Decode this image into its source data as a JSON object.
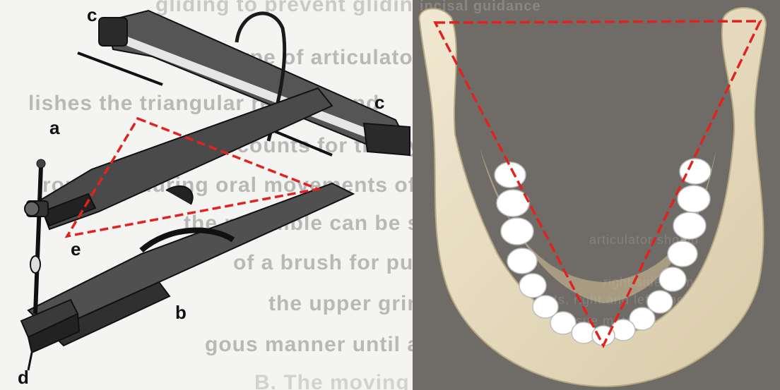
{
  "left_figure": {
    "labels": {
      "c_top": "c",
      "c_right": "c",
      "a": "a",
      "e": "e",
      "b": "b",
      "d": "d"
    },
    "background_text_lines": [
      "gliding  to prevent  gliding  contact",
      "This  type  of  articulator  estab-",
      "lishes  the  triangular  relation  and",
      "accounts  for  the  dynamic  envi-",
      "ronment  during  oral  movements  of",
      "the  mandible  can  be  simulated  by  the  use",
      "of  a  brush  for  pumice  blocks  with  the  pa",
      "the  upper  grinds  the  lower  in  an  analo",
      "gous  manner  until  an  even  gliding  contact  is",
      "B.  The  moving  parts  should"
    ]
  },
  "right_figure": {
    "background_text_lines": [
      "incisal guidance",
      "articulator should",
      "right side of man",
      "ts, right and left, shou",
      "tissue material"
    ]
  },
  "colors": {
    "triangle": "#e0231f",
    "ink": "#1a1a1a",
    "bone": "#e8ddc4",
    "tooth": "#ffffff",
    "photo_bg": "#6f6b66"
  }
}
